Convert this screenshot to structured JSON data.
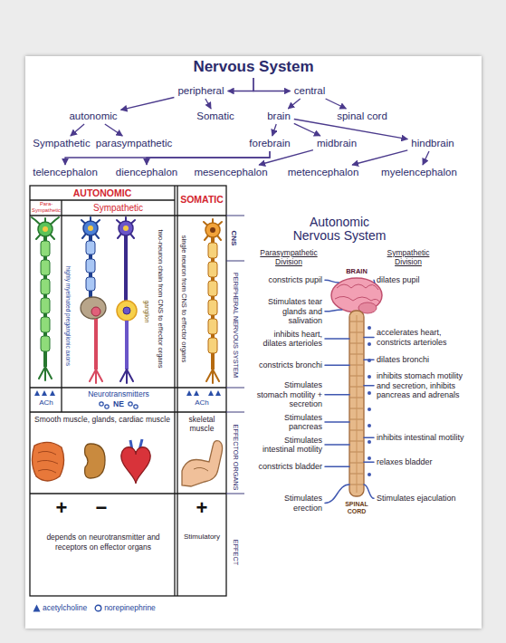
{
  "diagram": {
    "nodes": [
      {
        "text": [
          "Nervous System"
        ]
      },
      {
        "text": [
          "peripheral"
        ]
      },
      {
        "text": [
          "central"
        ]
      },
      {
        "text": [
          "autonomic"
        ]
      },
      {
        "text": [
          "Somatic"
        ]
      },
      {
        "text": [
          "brain"
        ]
      },
      {
        "text": [
          "spinal cord"
        ]
      },
      {
        "text": [
          "Sympathetic"
        ]
      },
      {
        "text": [
          "parasympathetic"
        ]
      },
      {
        "text": [
          "forebrain"
        ]
      },
      {
        "text": [
          "midbrain"
        ]
      },
      {
        "text": [
          "hindbrain"
        ]
      },
      {
        "text": [
          "telencephalon"
        ]
      },
      {
        "text": [
          "diencephalon"
        ]
      },
      {
        "text": [
          "mesencephalon"
        ]
      },
      {
        "text": [
          "metencephalon"
        ]
      },
      {
        "text": [
          "myelencephalon"
        ]
      }
    ],
    "edges": [
      {
        "from": 0,
        "to": 1,
        "arrow": "to"
      },
      {
        "from": 0,
        "to": 2,
        "arrow": "to"
      },
      {
        "from": 1,
        "to": 3,
        "arrow": "to"
      },
      {
        "from": 1,
        "to": 4,
        "arrow": "to"
      },
      {
        "from": 2,
        "to": 5,
        "arrow": "to"
      },
      {
        "from": 2,
        "to": 6,
        "arrow": "to"
      },
      {
        "from": 3,
        "to": 7,
        "arrow": "to"
      },
      {
        "from": 3,
        "to": 8,
        "arrow": "to"
      },
      {
        "from": 5,
        "to": 9,
        "arrow": "to"
      },
      {
        "from": 5,
        "to": 10,
        "arrow": "to"
      },
      {
        "from": 5,
        "to": 11,
        "arrow": "to"
      },
      {
        "from": 9,
        "to": 12,
        "arrow": "to"
      },
      {
        "from": 9,
        "to": 13,
        "arrow": "to"
      },
      {
        "from": 10,
        "to": 14,
        "arrow": "to"
      },
      {
        "from": 11,
        "to": 15,
        "arrow": "to"
      },
      {
        "from": 11,
        "to": 16,
        "arrow": "to"
      }
    ],
    "labels": [
      "AUTONOMIC",
      "Para-Sympathetic",
      "Sympathetic",
      "SOMATIC",
      "CNS",
      "highly myelinated preganglionic axons",
      "ganglion",
      "two-neuron chain from CNS to effector organs",
      "single neuron from CNS to effector organs",
      "PERIPHERAL NERVOUS SYSTEM",
      "ACh",
      "Neurotransmitters",
      "NE",
      "ACh",
      "Smooth muscle, glands, cardiac muscle",
      "skeletal muscle",
      "EFFECTOR ORGANS",
      "+",
      "−",
      "+",
      "depends on neurotransmitter and receptors on effector organs",
      "Stimulatory",
      "EFFECT",
      "Autonomic Nervous System",
      "Parasympathetic Division",
      "Sympathetic Division",
      "BRAIN",
      "constricts pupil",
      "dilates pupil",
      "Stimulates tear glands and salivation",
      "inhibits heart, dilates arterioles",
      "accelerates heart, constricts arterioles",
      "constricts bronchi",
      "dilates bronchi",
      "Stimulates stomach motility + secretion",
      "inhibits stomach motility and secretion, inhibits pancreas and adrenals",
      "Stimulates pancreas",
      "Stimulates intestinal motility",
      "inhibits intestinal motility",
      "constricts bladder",
      "relaxes bladder",
      "Stimulates erection",
      "Stimulates ejaculation",
      "SPINAL CORD"
    ],
    "legend": [
      {
        "text": "acetylcholine"
      },
      {
        "text": "norepinephrine"
      }
    ]
  }
}
